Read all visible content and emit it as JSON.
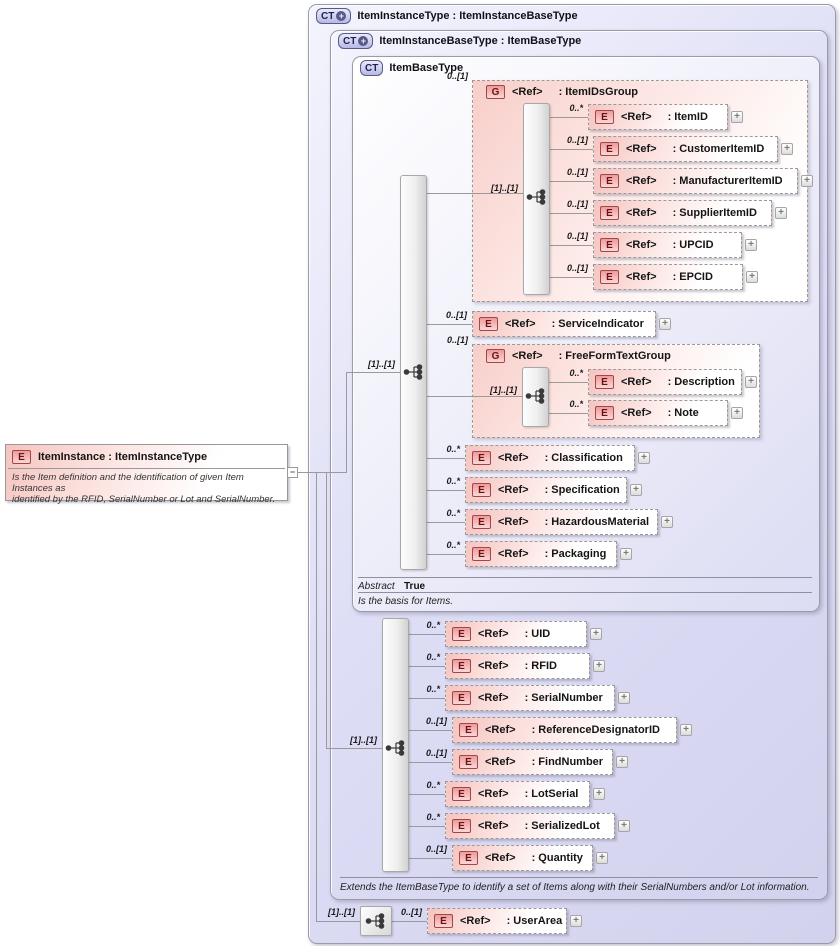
{
  "const": {
    "ref": "<Ref>",
    "plus": "+",
    "minus": "−",
    "badge_e": "E",
    "badge_g": "G",
    "badge_ct": "CT",
    "badge_ct_plus": "+"
  },
  "colors": {
    "container_fill": "#dcdcf4",
    "element_pink": "#f5c4c0",
    "badge_border": "#a04848",
    "badge_text": "#6b1212",
    "line": "#9a9a9a"
  },
  "item_instance": {
    "title": "ItemInstance : ItemInstanceType",
    "desc1": "Is the Item definition and the identification of given Item Instances as",
    "desc2": "identified by the RFID, SerialNumber or Lot and SerialNumber."
  },
  "containers": {
    "outer": {
      "title": "ItemInstanceType : ItemInstanceBaseType"
    },
    "middle": {
      "title": "ItemInstanceBaseType : ItemBaseType",
      "footer": "Extends the ItemBaseType to identify a set of Items along with their SerialNumbers and/or Lot information."
    },
    "inner": {
      "title": "ItemBaseType",
      "abstract_label": "Abstract",
      "abstract_value": "True",
      "footer": "Is the basis for Items."
    }
  },
  "item_base": {
    "seq_cardinality": "[1]..[1]",
    "item_ids_group": {
      "cardinality": "0..[1]",
      "label": ": ItemIDsGroup",
      "seq_cardinality": "[1]..[1]",
      "items": [
        {
          "cardinality": "0..*",
          "label": ": ItemID"
        },
        {
          "cardinality": "0..[1]",
          "label": ": CustomerItemID"
        },
        {
          "cardinality": "0..[1]",
          "label": ": ManufacturerItemID"
        },
        {
          "cardinality": "0..[1]",
          "label": ": SupplierItemID"
        },
        {
          "cardinality": "0..[1]",
          "label": ": UPCID"
        },
        {
          "cardinality": "0..[1]",
          "label": ": EPCID"
        }
      ]
    },
    "free_form_text_group": {
      "cardinality": "0..[1]",
      "label": ": FreeFormTextGroup",
      "seq_cardinality": "[1]..[1]",
      "items": [
        {
          "cardinality": "0..*",
          "label": ": Description"
        },
        {
          "cardinality": "0..*",
          "label": ": Note"
        }
      ]
    },
    "elements": [
      {
        "cardinality": "0..[1]",
        "label": ": ServiceIndicator"
      },
      {
        "cardinality": "0..*",
        "label": ": Classification"
      },
      {
        "cardinality": "0..*",
        "label": ": Specification"
      },
      {
        "cardinality": "0..*",
        "label": ": HazardousMaterial"
      },
      {
        "cardinality": "0..*",
        "label": ": Packaging"
      }
    ]
  },
  "item_instance_base": {
    "seq_cardinality": "[1]..[1]",
    "elements": [
      {
        "cardinality": "0..*",
        "label": ": UID"
      },
      {
        "cardinality": "0..*",
        "label": ": RFID"
      },
      {
        "cardinality": "0..*",
        "label": ": SerialNumber"
      },
      {
        "cardinality": "0..[1]",
        "label": ": ReferenceDesignatorID"
      },
      {
        "cardinality": "0..[1]",
        "label": ": FindNumber"
      },
      {
        "cardinality": "0..*",
        "label": ": LotSerial"
      },
      {
        "cardinality": "0..*",
        "label": ": SerializedLot"
      },
      {
        "cardinality": "0..[1]",
        "label": ": Quantity"
      }
    ]
  },
  "user_area": {
    "seq_cardinality": "[1]..[1]",
    "cardinality": "0..[1]",
    "label": ": UserArea"
  }
}
